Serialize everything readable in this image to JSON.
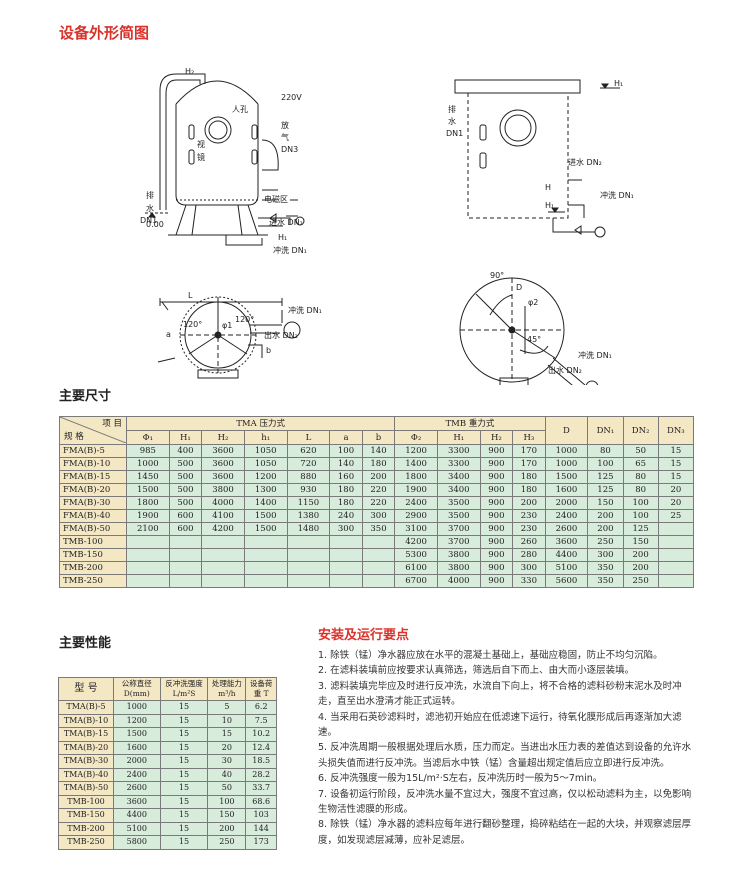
{
  "titles": {
    "drawing": "设备外形简图",
    "dimensions": "主要尺寸",
    "performance": "主要性能",
    "install": "安装及运行要点"
  },
  "drawing_labels": {
    "h1": "H₁",
    "h2": "H₂",
    "h": "H",
    "manhole": "人孔",
    "v220": "220V",
    "vent_1": "放",
    "vent_2": "气",
    "vent_3": "DN3",
    "sight_1": "视",
    "sight_2": "镜",
    "solenoid": "电磁区",
    "drain_1": "排",
    "drain_2": "水",
    "drain_3": "DN1",
    "inlet": "进水 DN₂",
    "backwash": "冲洗 DN₁",
    "outlet": "出水 DN₂",
    "outlet2": "出水 DN₂",
    "elev": "0.00",
    "L": "L",
    "a": "a",
    "b": "b",
    "phi1": "φ1",
    "ang120a": "120°",
    "ang120b": "120°",
    "ang90": "90°",
    "ang45": "45°",
    "phi2": "φ2",
    "D": "D"
  },
  "dimensions_table": {
    "header_item": "项  目",
    "header_spec": "规  格",
    "group_tma": "TMA 压力式",
    "group_tmb": "TMB 重力式",
    "cols_tma": [
      "Φ₁",
      "H₁",
      "H₂",
      "h₁",
      "L",
      "a",
      "b"
    ],
    "cols_tmb": [
      "Φ₂",
      "H₁",
      "H₂",
      "H₃"
    ],
    "cols_tail": [
      "D",
      "DN₁",
      "DN₂",
      "DN₃"
    ],
    "rows": [
      {
        "model": "FMA(B)-5",
        "tma": [
          "985",
          "400",
          "3600",
          "1050",
          "620",
          "100",
          "140"
        ],
        "tmb": [
          "1200",
          "3300",
          "900",
          "170"
        ],
        "tail": [
          "1000",
          "80",
          "50",
          "15"
        ]
      },
      {
        "model": "FMA(B)-10",
        "tma": [
          "1000",
          "500",
          "3600",
          "1050",
          "720",
          "140",
          "180"
        ],
        "tmb": [
          "1400",
          "3300",
          "900",
          "170"
        ],
        "tail": [
          "1000",
          "100",
          "65",
          "15"
        ]
      },
      {
        "model": "FMA(B)-15",
        "tma": [
          "1450",
          "500",
          "3600",
          "1200",
          "880",
          "160",
          "200"
        ],
        "tmb": [
          "1800",
          "3400",
          "900",
          "180"
        ],
        "tail": [
          "1500",
          "125",
          "80",
          "15"
        ]
      },
      {
        "model": "FMA(B)-20",
        "tma": [
          "1500",
          "500",
          "3800",
          "1300",
          "930",
          "180",
          "220"
        ],
        "tmb": [
          "1900",
          "3400",
          "900",
          "180"
        ],
        "tail": [
          "1600",
          "125",
          "80",
          "20"
        ]
      },
      {
        "model": "FMA(B)-30",
        "tma": [
          "1800",
          "500",
          "4000",
          "1400",
          "1150",
          "180",
          "220"
        ],
        "tmb": [
          "2400",
          "3500",
          "900",
          "200"
        ],
        "tail": [
          "2000",
          "150",
          "100",
          "20"
        ]
      },
      {
        "model": "FMA(B)-40",
        "tma": [
          "1900",
          "600",
          "4100",
          "1500",
          "1380",
          "240",
          "300"
        ],
        "tmb": [
          "2900",
          "3500",
          "900",
          "230"
        ],
        "tail": [
          "2400",
          "200",
          "100",
          "25"
        ]
      },
      {
        "model": "FMA(B)-50",
        "tma": [
          "2100",
          "600",
          "4200",
          "1500",
          "1480",
          "300",
          "350"
        ],
        "tmb": [
          "3100",
          "3700",
          "900",
          "230"
        ],
        "tail": [
          "2600",
          "200",
          "125",
          ""
        ]
      },
      {
        "model": "TMB-100",
        "tma": [
          "",
          "",
          "",
          "",
          "",
          "",
          ""
        ],
        "tmb": [
          "4200",
          "3700",
          "900",
          "260"
        ],
        "tail": [
          "3600",
          "250",
          "150",
          ""
        ]
      },
      {
        "model": "TMB-150",
        "tma": [
          "",
          "",
          "",
          "",
          "",
          "",
          ""
        ],
        "tmb": [
          "5300",
          "3800",
          "900",
          "280"
        ],
        "tail": [
          "4400",
          "300",
          "200",
          ""
        ]
      },
      {
        "model": "TMB-200",
        "tma": [
          "",
          "",
          "",
          "",
          "",
          "",
          ""
        ],
        "tmb": [
          "6100",
          "3800",
          "900",
          "300"
        ],
        "tail": [
          "5100",
          "350",
          "200",
          ""
        ]
      },
      {
        "model": "TMB-250",
        "tma": [
          "",
          "",
          "",
          "",
          "",
          "",
          ""
        ],
        "tmb": [
          "6700",
          "4000",
          "900",
          "330"
        ],
        "tail": [
          "5600",
          "350",
          "250",
          ""
        ]
      }
    ]
  },
  "performance_table": {
    "header_model": "型  号",
    "header_cols": [
      "公称直径 D(mm)",
      "反冲洗强度 L/m²S",
      "处理能力 m³/h",
      "设备荷重 T"
    ],
    "rows": [
      {
        "model": "TMA(B)-5",
        "vals": [
          "1000",
          "15",
          "5",
          "6.2"
        ]
      },
      {
        "model": "TMA(B)-10",
        "vals": [
          "1200",
          "15",
          "10",
          "7.5"
        ]
      },
      {
        "model": "TMA(B)-15",
        "vals": [
          "1500",
          "15",
          "15",
          "10.2"
        ]
      },
      {
        "model": "TMA(B)-20",
        "vals": [
          "1600",
          "15",
          "20",
          "12.4"
        ]
      },
      {
        "model": "TMA(B)-30",
        "vals": [
          "2000",
          "15",
          "30",
          "18.5"
        ]
      },
      {
        "model": "TMA(B)-40",
        "vals": [
          "2400",
          "15",
          "40",
          "28.2"
        ]
      },
      {
        "model": "TMA(B)-50",
        "vals": [
          "2600",
          "15",
          "50",
          "33.7"
        ]
      },
      {
        "model": "TMB-100",
        "vals": [
          "3600",
          "15",
          "100",
          "68.6"
        ]
      },
      {
        "model": "TMB-150",
        "vals": [
          "4400",
          "15",
          "150",
          "103"
        ]
      },
      {
        "model": "TMB-200",
        "vals": [
          "5100",
          "15",
          "200",
          "144"
        ]
      },
      {
        "model": "TMB-250",
        "vals": [
          "5800",
          "15",
          "250",
          "173"
        ]
      }
    ]
  },
  "install_notes": [
    "1. 除铁（锰）净水器应放在水平的混凝土基础上，基础应稳固，防止不均匀沉陷。",
    "2. 在滤料装填前应按要求认真筛选，筛选后自下而上、由大而小逐层装填。",
    "3. 滤料装填完毕应及时进行反冲洗，水流自下向上，将不合格的滤料砂粉末泥水及时冲走，直至出水澄清才能正式运转。",
    "4. 当采用石英砂滤料时，滤池初开始应在低滤速下运行，待氧化膜形成后再逐渐加大滤速。",
    "5. 反冲洗周期一般根据处理后水质，压力而定。当进出水压力表的差值达到设备的允许水头损失值而进行反冲洗。当滤后水中铁（锰）含量超出规定值后应立即进行反冲洗。",
    "6. 反冲洗强度一般为15L/m²·S左右，反冲洗历时一般为5～7min。",
    "7. 设备初运行阶段，反冲洗水量不宜过大，强度不宜过高，仅以松动滤料为主，以免影响生物活性滤膜的形成。",
    "8. 除铁（锰）净水器的滤料应每年进行翻砂整理，捣碎粘结在一起的大块，并观察滤层厚度，如发现滤层减薄，应补足滤层。"
  ]
}
